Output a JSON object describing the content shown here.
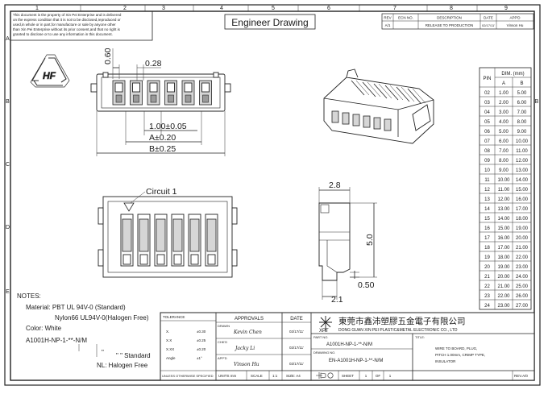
{
  "drawing_title": "Engineer Drawing",
  "disclaimer": [
    "This document is the property of Xin Pei Enterprise and is delivered",
    "on the express condition that it is not to be disclosed,reproduced or",
    "used,in whole or in part,for manufacture or sale by anyone other",
    "than Xin Pei Enterprise without its prior consent,and that no right is",
    "granted to disclose or to use any information in this document."
  ],
  "grid": {
    "columns": [
      "1",
      "2",
      "3",
      "4",
      "5",
      "6",
      "7",
      "8",
      "9"
    ],
    "rows": [
      "A",
      "B",
      "C",
      "D",
      "E"
    ]
  },
  "revision_table": {
    "headers": [
      "REV",
      "ECN NO.",
      "DESCRIPTION",
      "DATE",
      "APP'D"
    ],
    "rows": [
      [
        "A/1",
        "",
        "RELEASE TO PRODUCTION",
        "02/17/11'",
        "Vinson Hu"
      ]
    ]
  },
  "logo_text": "HF",
  "dimensions": {
    "d060": "0.60",
    "d028": "0.28",
    "pitch": "1.00±0.05",
    "a": "A±0.20",
    "b": "B±0.25",
    "circuit": "Circuit 1",
    "d28": "2.8",
    "d50": "5.0",
    "d21": "2.1",
    "d050": "0.50"
  },
  "dim_table": {
    "header_pin": "PIN",
    "header_dim": "DIM. (mm)",
    "col_a": "A",
    "col_b": "B",
    "rows": [
      [
        "02",
        "1.00",
        "5.00"
      ],
      [
        "03",
        "2.00",
        "6.00"
      ],
      [
        "04",
        "3.00",
        "7.00"
      ],
      [
        "05",
        "4.00",
        "8.00"
      ],
      [
        "06",
        "5.00",
        "9.00"
      ],
      [
        "07",
        "6.00",
        "10.00"
      ],
      [
        "08",
        "7.00",
        "11.00"
      ],
      [
        "09",
        "8.00",
        "12.00"
      ],
      [
        "10",
        "9.00",
        "13.00"
      ],
      [
        "11",
        "10.00",
        "14.00"
      ],
      [
        "12",
        "11.00",
        "15.00"
      ],
      [
        "13",
        "12.00",
        "16.00"
      ],
      [
        "14",
        "13.00",
        "17.00"
      ],
      [
        "15",
        "14.00",
        "18.00"
      ],
      [
        "16",
        "15.00",
        "19.00"
      ],
      [
        "17",
        "16.00",
        "20.00"
      ],
      [
        "18",
        "17.00",
        "21.00"
      ],
      [
        "19",
        "18.00",
        "22.00"
      ],
      [
        "20",
        "19.00",
        "23.00"
      ],
      [
        "21",
        "20.00",
        "24.00"
      ],
      [
        "22",
        "21.00",
        "25.00"
      ],
      [
        "23",
        "22.00",
        "26.00"
      ],
      [
        "24",
        "23.00",
        "27.00"
      ]
    ]
  },
  "notes": {
    "title": "NOTES:",
    "material_line1": "Material: PBT UL 94V-0 (Standard)",
    "material_line2": "Nylon66 UL94V-0(Halogen Free)",
    "color": "Color: White",
    "part_pattern": "A1001H-NP-1-**-N/M",
    "std_line": "\" \" Standard",
    "std_quote": "\"",
    "nl_line": "NL: Halogen Free"
  },
  "title_block": {
    "tolerance": "TOLERANCE",
    "tol_rows": [
      [
        "X.",
        "±0.30"
      ],
      [
        "X.X",
        "±0.25"
      ],
      [
        "X.XX",
        "±0.20"
      ],
      [
        "Angle",
        "±1°"
      ]
    ],
    "unless": "UNLESS OTHERWISE SPECIFIED",
    "approvals": "APPROVALS",
    "date": "DATE",
    "drawn_label": "DRAWN",
    "drawn_name": "Kevin Chen",
    "drawn_date": "02/17/11'",
    "chkd_label": "CHK'D",
    "chkd_name": "Jacky Li",
    "chkd_date": "02/17/11'",
    "appd_label": "APP'D",
    "appd_name": "Vinson Hu",
    "appd_date": "02/17/11'",
    "units": "UNITS mm",
    "scale_label": "SCALE",
    "scale_value": "1:1",
    "size": "SIZE: A4",
    "sheet_label": "SHEET",
    "sheet_num": "1",
    "sheet_of": "OF",
    "sheet_total": "1",
    "company_cn": "東莞市鑫沛塑膠五金電子有限公司",
    "company_en": "DONG GUAN XIN PEI PLASTIC&METAL ELECTRONIC CO., LTD",
    "company_logo": "XPT",
    "part_no_label": "PART NO.",
    "part_no": "A1001H-NP-1-**-N/M",
    "drawing_no_label": "DRAWING NO.",
    "drawing_no": "EN-A1001H-NP-1-**-N/M",
    "title_label": "TITLE:",
    "title_lines": [
      "WIRE TO BOARD, PLUG,",
      "PITCH 1.00mm, CRIMP TYPE,",
      "INSULATOR"
    ],
    "rev": "REV.A/0"
  }
}
